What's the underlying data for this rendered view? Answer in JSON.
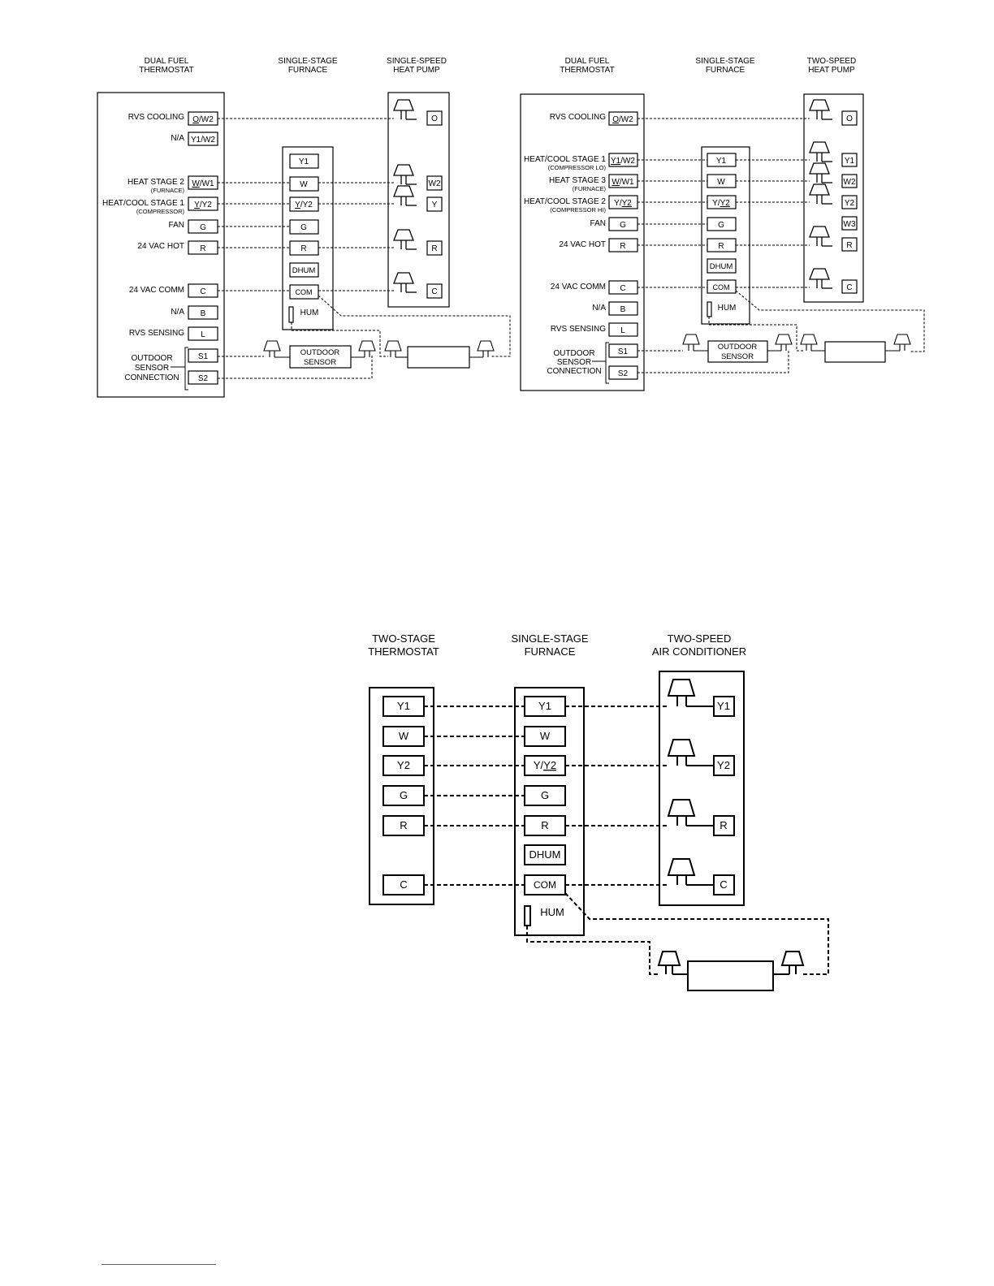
{
  "diagram1": {
    "headers": {
      "thermostat": [
        "DUAL FUEL",
        "THERMOSTAT"
      ],
      "furnace": [
        "SINGLE-STAGE",
        "FURNACE"
      ],
      "heatpump": [
        "SINGLE-SPEED",
        "HEAT PUMP"
      ]
    },
    "tstat_labels": {
      "rvs_cooling": "RVS COOLING",
      "na1": "N/A",
      "heat2": "HEAT STAGE 2",
      "heat2_sub": "(FURNACE)",
      "hc1": "HEAT/COOL STAGE 1",
      "hc1_sub": "(COMPRESSOR)",
      "fan": "FAN",
      "hot": "24 VAC HOT",
      "comm": "24 VAC COMM",
      "na2": "N/A",
      "rvs_sensing": "RVS SENSING",
      "osc": [
        "OUTDOOR",
        "SENSOR",
        "CONNECTION"
      ]
    },
    "tstat_terms": {
      "ow2": {
        "u": "O",
        "r": "/W2"
      },
      "y1w2": "Y1/W2",
      "ww1": {
        "u": "W",
        "r": "/W1"
      },
      "yy2": {
        "u": "Y",
        "r": "/Y2"
      },
      "g": "G",
      "r": "R",
      "c": "C",
      "b": "B",
      "l": "L",
      "s1": "S1",
      "s2": "S2"
    },
    "furnace_terms": {
      "y1": "Y1",
      "w": "W",
      "yy2": {
        "u": "Y",
        "r": "/Y2"
      },
      "g": "G",
      "r": "R",
      "dhum": "DHUM",
      "com": "COM",
      "hum": "HUM"
    },
    "heatpump_terms": {
      "o": "O",
      "w2": "W2",
      "y": "Y",
      "r": "R",
      "c": "C"
    },
    "outdoor_sensor": [
      "OUTDOOR",
      "SENSOR"
    ]
  },
  "diagram2": {
    "headers": {
      "thermostat": [
        "DUAL FUEL",
        "THERMOSTAT"
      ],
      "furnace": [
        "SINGLE-STAGE",
        "FURNACE"
      ],
      "heatpump": [
        "TWO-SPEED",
        "HEAT PUMP"
      ]
    },
    "tstat_labels": {
      "rvs_cooling": "RVS COOLING",
      "hc1": "HEAT/COOL STAGE 1",
      "hc1_sub": "(COMPRESSOR LO)",
      "heat3": "HEAT STAGE 3",
      "heat3_sub": "(FURNACE)",
      "hc2": "HEAT/COOL STAGE 2",
      "hc2_sub": "(COMPRESSOR HI)",
      "fan": "FAN",
      "hot": "24 VAC HOT",
      "comm": "24 VAC COMM",
      "na": "N/A",
      "rvs_sensing": "RVS SENSING",
      "osc": [
        "OUTDOOR",
        "SENSOR",
        "CONNECTION"
      ]
    },
    "tstat_terms": {
      "ow2": {
        "u": "O",
        "r": "/W2"
      },
      "y1w2": {
        "u": "Y1",
        "r": "/W2"
      },
      "ww1": {
        "u": "W",
        "r": "/W1"
      },
      "yy2": {
        "l": "Y/",
        "u": "Y2"
      },
      "g": "G",
      "r": "R",
      "c": "C",
      "b": "B",
      "l": "L",
      "s1": "S1",
      "s2": "S2"
    },
    "furnace_terms": {
      "y1": "Y1",
      "w": "W",
      "yy2": {
        "l": "Y/",
        "u": "Y2"
      },
      "g": "G",
      "r": "R",
      "dhum": "DHUM",
      "com": "COM",
      "hum": "HUM"
    },
    "heatpump_terms": {
      "o": "O",
      "y1": "Y1",
      "w2": "W2",
      "y2": "Y2",
      "w3": "W3",
      "r": "R",
      "c": "C"
    },
    "outdoor_sensor": [
      "OUTDOOR",
      "SENSOR"
    ]
  },
  "diagram3": {
    "headers": {
      "thermostat": [
        "TWO-STAGE",
        "THERMOSTAT"
      ],
      "furnace": [
        "SINGLE-STAGE",
        "FURNACE"
      ],
      "ac": [
        "TWO-SPEED",
        "AIR CONDITIONER"
      ]
    },
    "tstat_terms": {
      "y1": "Y1",
      "w": "W",
      "y2": "Y2",
      "g": "G",
      "r": "R",
      "c": "C"
    },
    "furnace_terms": {
      "y1": "Y1",
      "w": "W",
      "yy2": {
        "l": "Y/",
        "u": "Y2"
      },
      "g": "G",
      "r": "R",
      "dhum": "DHUM",
      "com": "COM",
      "hum": "HUM"
    },
    "ac_terms": {
      "y1": "Y1",
      "y2": "Y2",
      "r": "R",
      "c": "C"
    }
  }
}
